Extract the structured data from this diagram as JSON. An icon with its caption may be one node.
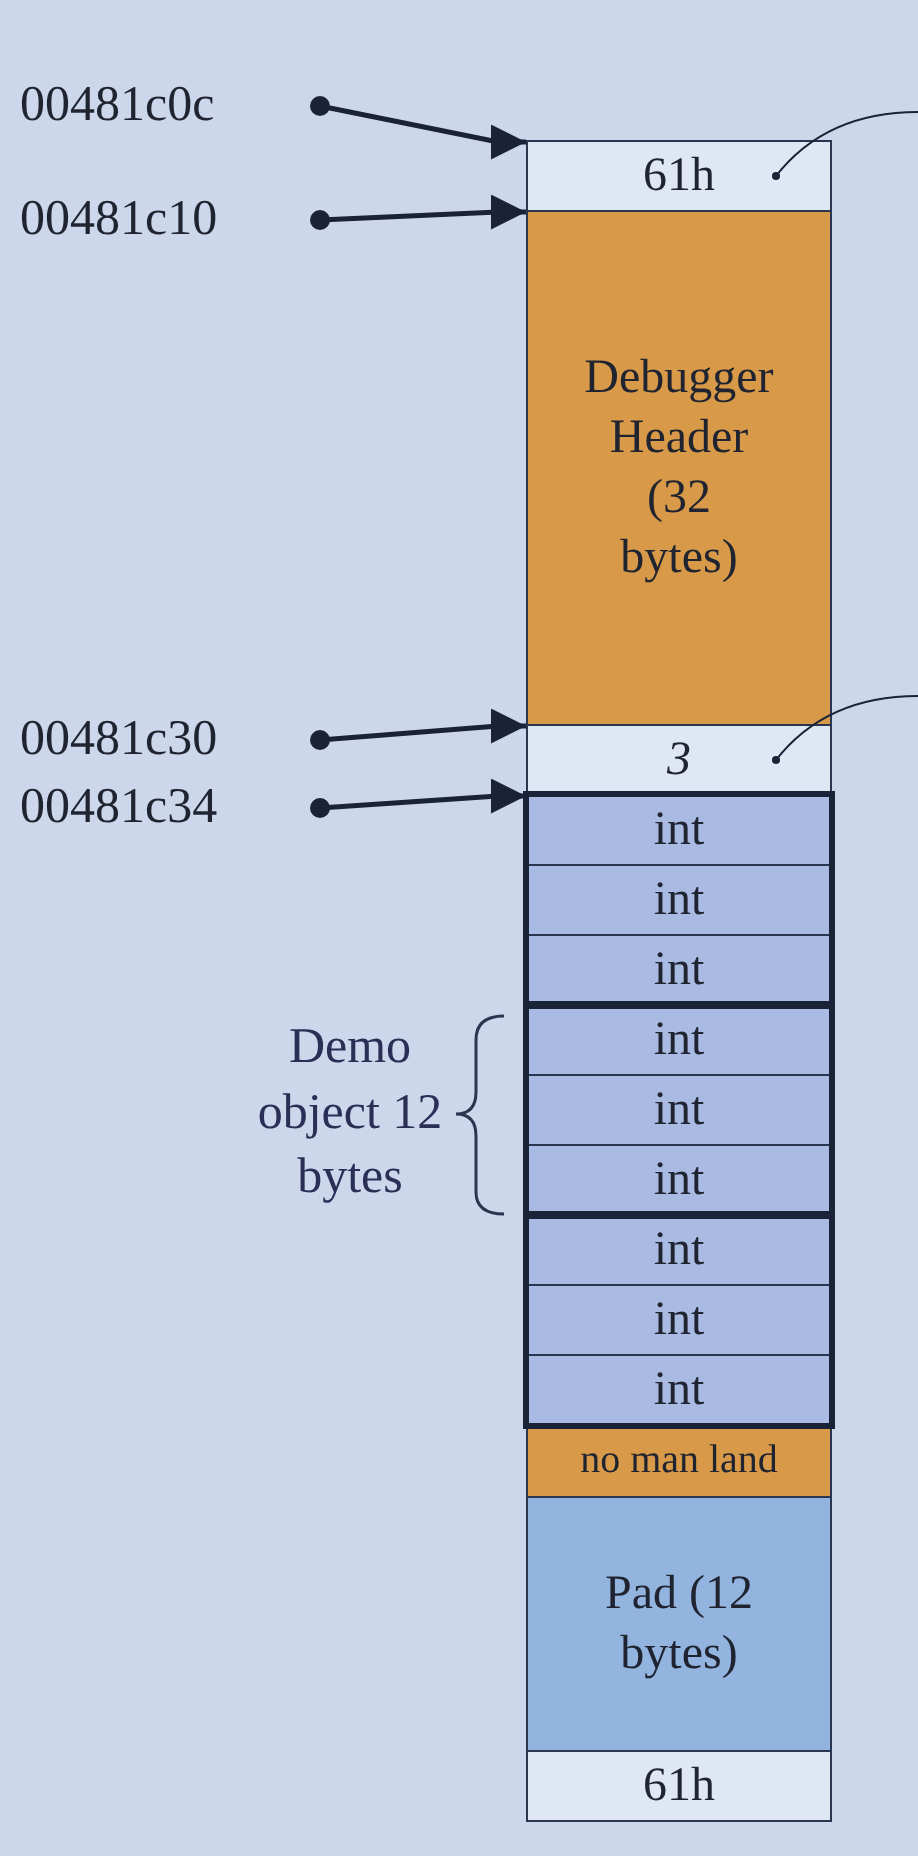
{
  "diagram": {
    "nodes": [
      {
        "text": [
          "00481c0c"
        ]
      },
      {
        "text": [
          "00481c10"
        ]
      },
      {
        "text": [
          "00481c30"
        ]
      },
      {
        "text": [
          "00481c34"
        ]
      },
      {
        "text": [
          "61h"
        ]
      },
      {
        "text": [
          "Debugger Header (32 bytes)"
        ]
      },
      {
        "text": [
          "3"
        ]
      },
      {
        "text": [
          "int"
        ]
      },
      {
        "text": [
          "int"
        ]
      },
      {
        "text": [
          "int"
        ]
      },
      {
        "text": [
          "int"
        ]
      },
      {
        "text": [
          "int"
        ]
      },
      {
        "text": [
          "int"
        ]
      },
      {
        "text": [
          "int"
        ]
      },
      {
        "text": [
          "int"
        ]
      },
      {
        "text": [
          "int"
        ]
      },
      {
        "text": [
          "no man land"
        ]
      },
      {
        "text": [
          "Pad (12 bytes)"
        ]
      },
      {
        "text": [
          "61h"
        ]
      }
    ],
    "edges": [
      {
        "from": 0,
        "to": 4,
        "arrow": "to"
      },
      {
        "from": 1,
        "to": 5,
        "arrow": "to"
      },
      {
        "from": 2,
        "to": 6,
        "arrow": "to"
      },
      {
        "from": 3,
        "to": 7,
        "arrow": "to"
      },
      {
        "from": 4,
        "to": null,
        "arrow": "other"
      },
      {
        "from": 6,
        "to": null,
        "arrow": "other"
      }
    ],
    "labels": [
      "Demo object 12 bytes"
    ]
  }
}
